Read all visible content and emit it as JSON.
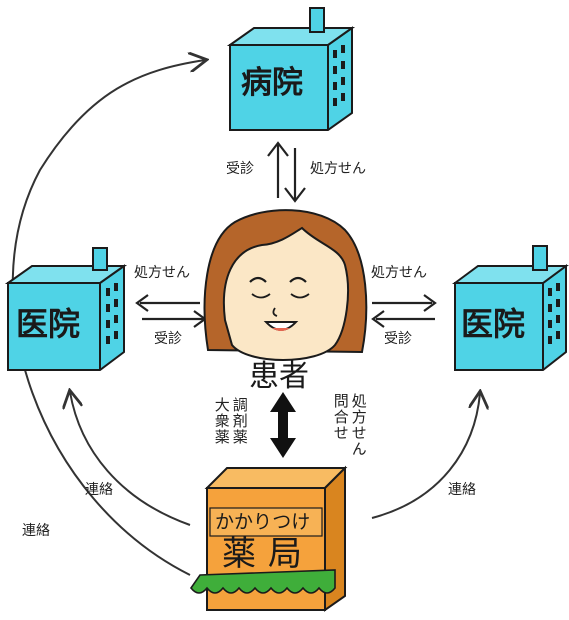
{
  "nodes": {
    "hospital": "病院",
    "clinic_left": "医院",
    "clinic_right": "医院",
    "patient": "患者",
    "pharmacy_top": "かかりつけ",
    "pharmacy_main": "薬局"
  },
  "edges": {
    "hosp_consult": "受診",
    "hosp_prescription": "処方せん",
    "left_prescription": "処方せん",
    "left_consult": "受診",
    "right_prescription": "処方せん",
    "right_consult": "受診",
    "pharm_dispense_a": "調剤薬",
    "pharm_dispense_b": "大衆薬",
    "pharm_inquiry_a": "処方せん",
    "pharm_inquiry_b": "問合せ",
    "contact_left_inner": "連絡",
    "contact_left_outer": "連絡",
    "contact_right": "連絡"
  },
  "colors": {
    "building": "#4fd3e6",
    "building_outline": "#1b1b1b",
    "skin": "#fbe7c6",
    "hair": "#b5652a",
    "pharmacy": "#f5a23c",
    "awning": "#3fae3a"
  }
}
